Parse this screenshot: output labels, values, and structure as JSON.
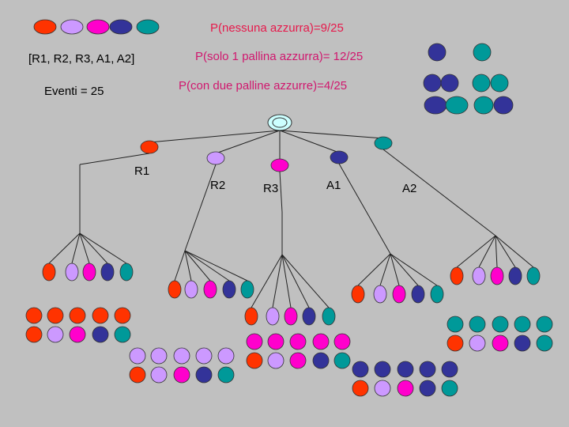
{
  "header": {
    "p_none": "P(nessuna azzurra)=9/25",
    "p_one": "P(solo 1 pallina azzurra)= 12/25",
    "p_two": "P(con due palline azzurre)=4/25",
    "set": "[R1, R2, R3, A1, A2]",
    "events": "Eventi = 25"
  },
  "tree": {
    "branches": [
      "R1",
      "R2",
      "R3",
      "A1",
      "A2"
    ]
  },
  "colors": {
    "R1": "#ff3300",
    "R2": "#cc99ff",
    "R3": "#ff00cc",
    "A1": "#333399",
    "A2": "#009999",
    "background": "#c0c0c0",
    "ball_border": "#333333"
  },
  "icons": {
    "ball": "circle-ellipse",
    "root": "concentric-ellipse"
  }
}
